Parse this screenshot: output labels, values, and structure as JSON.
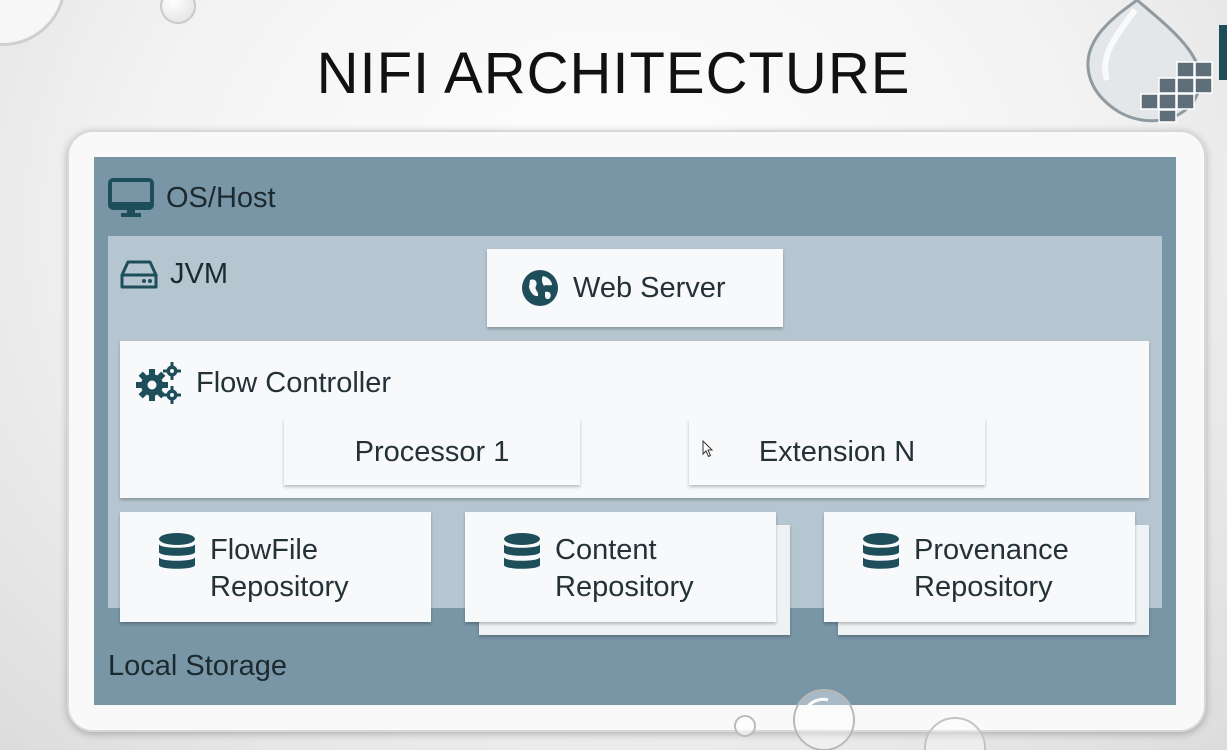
{
  "title": "NIFI ARCHITECTURE",
  "host": {
    "label": "OS/Host",
    "icon": "monitor-icon"
  },
  "jvm": {
    "label": "JVM",
    "icon": "hard-drive-icon"
  },
  "web_server": {
    "label": "Web Server",
    "icon": "globe-icon"
  },
  "flow_controller": {
    "label": "Flow Controller",
    "icon": "gears-icon",
    "items": [
      "Processor 1",
      "Extension N"
    ]
  },
  "repositories": [
    {
      "line1": "FlowFile",
      "line2": "Repository",
      "icon": "database-icon"
    },
    {
      "line1": "Content",
      "line2": "Repository",
      "icon": "database-icon"
    },
    {
      "line1": "Provenance",
      "line2": "Repository",
      "icon": "database-icon"
    }
  ],
  "storage": {
    "label": "Local Storage"
  },
  "colors": {
    "host": "#7996a6",
    "jvm": "#b6c6d0",
    "card": "#f7f9fa",
    "icon": "#1f4e5b"
  }
}
